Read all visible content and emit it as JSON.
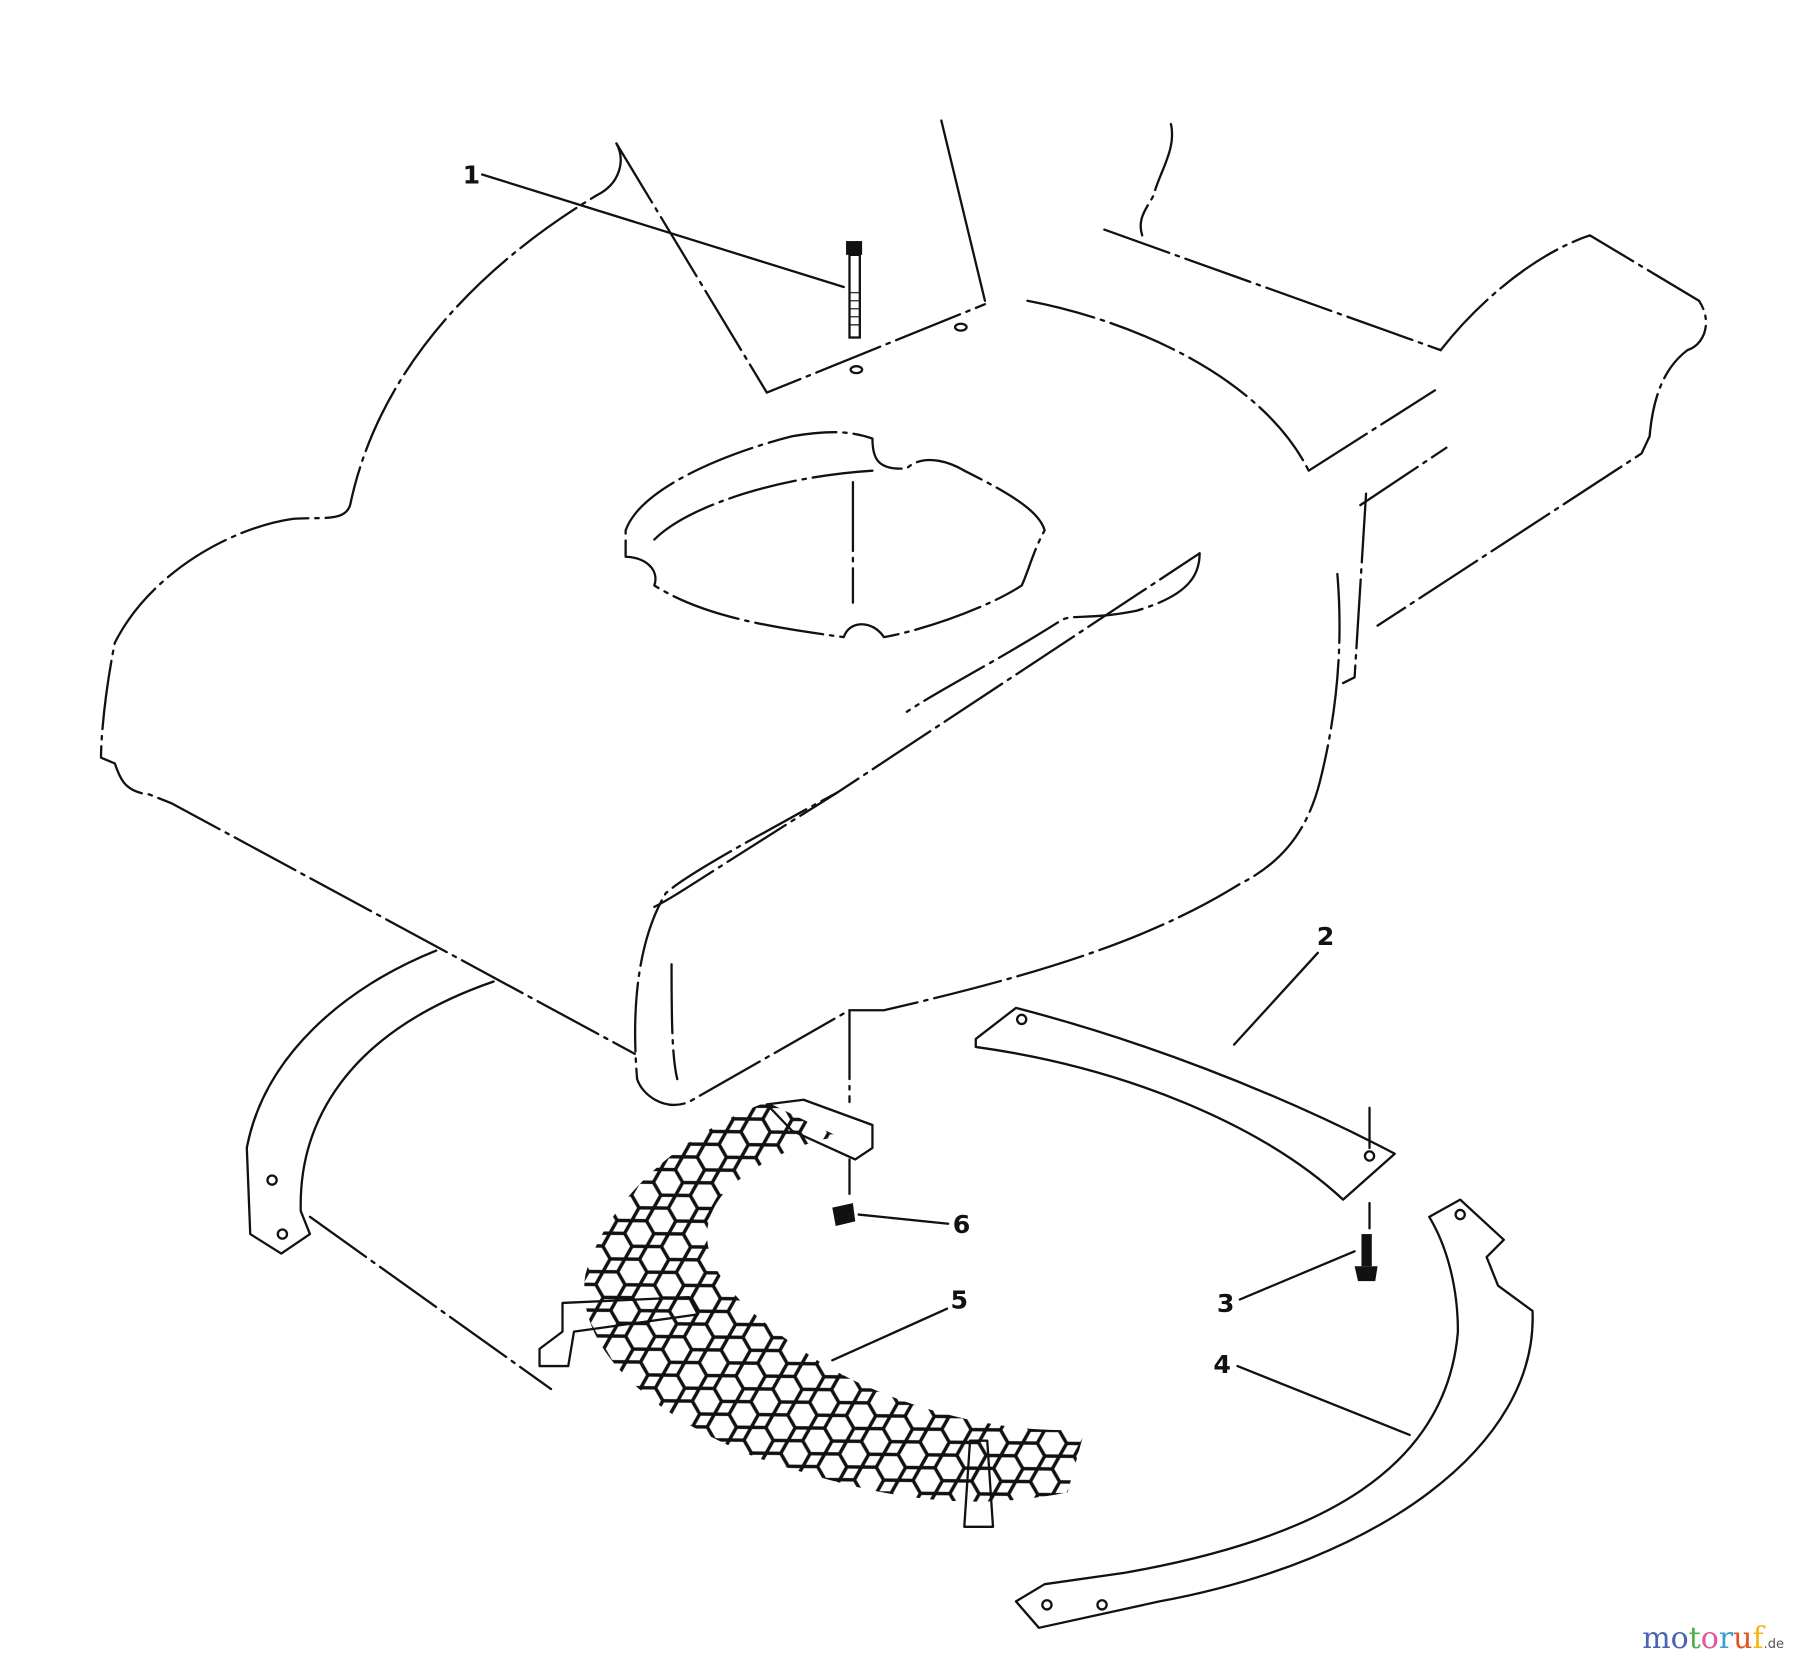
{
  "callouts": [
    {
      "id": "1",
      "label": "1"
    },
    {
      "id": "2",
      "label": "2"
    },
    {
      "id": "3",
      "label": "3"
    },
    {
      "id": "4",
      "label": "4"
    },
    {
      "id": "5",
      "label": "5"
    },
    {
      "id": "6",
      "label": "6"
    }
  ],
  "watermark": {
    "letters": [
      "m",
      "o",
      "t",
      "o",
      "r",
      "u",
      "f"
    ],
    "suffix": ".de",
    "colors": [
      "#4a64b0",
      "#4a64b0",
      "#4caf50",
      "#e0559b",
      "#3aa0c9",
      "#e0551f",
      "#f2b61a"
    ]
  }
}
